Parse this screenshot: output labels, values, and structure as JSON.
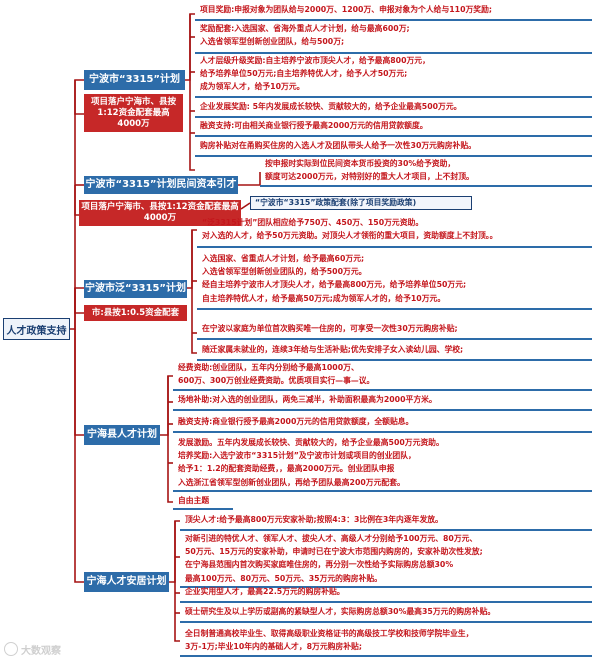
{
  "root": {
    "label": "人才政策支持"
  },
  "branches": [
    {
      "label": "宁波市“3315”计划",
      "sub": "项目落户宁海市、县按1:12资金配套最高4000万",
      "leaves": [
        {
          "lines": [
            "项目奖励:申报对象为团队给与2000万、1200万、申报对象为个人给与110万奖励;"
          ]
        },
        {
          "lines": [
            "奖励配套:入选国家、省海外重点人才计划，给与最高600万;",
            "入选省领军型创新创业团队，给与500万;"
          ]
        },
        {
          "lines": [
            "人才层级升级奖励:自主培养宁波市顶尖人才，给予最高800万元，",
            "给予培养单位50万元;自主培养特优人才，给予人才50万元;",
            "成为领军人才，给予10万元。"
          ]
        },
        {
          "lines": [
            "企业发展奖励: 5年内发展成长较快、贡献较大的，给予企业最高500万元。"
          ]
        },
        {
          "lines": [
            "融资支持:可由相关商业银行授予最高2000万元的信用贷款额度。"
          ]
        },
        {
          "lines": [
            "购房补贴对在甬购买住房的入选人才及团队带头人给予一次性30万元购房补贴。"
          ]
        }
      ]
    },
    {
      "label": "宁波市“3315”计划民间资本引才",
      "sub": "项目落户宁海市、县按1:12资金配套最高4000万",
      "note": "“宁波市“3315”政策配套(除了项目奖励政策)",
      "leaves": [
        {
          "lines": [
            "按申报时实际到位民间资本货币投资的30%给予资助，",
            "额度可达2000万元，对特别好的重大人才项目，上不封顶。"
          ]
        }
      ]
    },
    {
      "label": "宁波市泛“3315”计划",
      "sub": "市:县按1:0.5资金配套",
      "leaves": [
        {
          "lines": [
            "“泛3315计划”团队相应给予750万、450万、150万元资助。",
            "对入选的人才，给予50万元资助。对顶尖人才领衔的重大项目，资助额度上不封顶。。"
          ]
        },
        {
          "lines": [
            "入选国家、省重点人才计划，给予最高60万元;",
            "入选省领军型创新创业团队的，给予500万元。",
            "经自主培养宁波市人才顶尖人才，给予最高800万元，给予培养单位50万元;",
            "自主培养特优人才，给予最高50万元;成为领军人才的，给予10万元。"
          ]
        },
        {
          "lines": [
            "在宁波以家庭为单位首次购买唯一住房的，可享受一次性30万元购房补贴;"
          ]
        },
        {
          "lines": [
            "随迁家属未就业的，连续3年给与生活补贴;优先安排子女入读幼儿园、学校;"
          ]
        }
      ]
    },
    {
      "label": "宁海县人才计划",
      "leaves": [
        {
          "lines": [
            "经费资助:创业团队，五年内分别给予最高1000万、",
            "600万、300万创业经费资助。优质项目实行—事—议。"
          ]
        },
        {
          "lines": [
            "场地补助:对入选的创业团队，两免三减半，补助面积最高为2000平方米。"
          ]
        },
        {
          "lines": [
            "融资支持:商业银行授予最高2000万元的信用贷款额度，全额贴息。"
          ]
        },
        {
          "lines": [
            "发展激励。五年内发展成长较快、贡献较大的，给予企业最高500万元资助。",
            "培养奖励:入选宁波市“3315计划”及宁波市计划或项目的创业团队，",
            "给予1：1.2的配套资助经费，，最高2000万元。创业团队申报",
            "入选浙江省领军型创新创业团队，再给予团队最高200万元配套。"
          ]
        },
        {
          "lines": [
            "自由主题"
          ]
        }
      ]
    },
    {
      "label": "宁海人才安居计划",
      "leaves": [
        {
          "lines": [
            "顶尖人才:给予最高800万元安家补助;按照4:3：3比例在3年内逐年发放。"
          ]
        },
        {
          "lines": [
            "对新引进的特优人才、领军人才、拔尖人才、高级人才分别给予100万元、80万元、",
            "50万元、15万元的安家补助，申请时已在宁波大市范围内购房的，安家补助次性发放;",
            "在宁海县范围内首次购买家庭唯住房的，再分别一次性给予实际购房总额30%",
            "最高100万元、80万元、50万元、35万元的购房补贴。"
          ]
        },
        {
          "lines": [
            "企业实用型人才，最高22.5万元的购房补贴。"
          ]
        },
        {
          "lines": [
            "硕士研究生及以上学历或副高的紧缺型人才，实际购房总额30%最高35万元的购房补贴。"
          ]
        },
        {
          "lines": [
            "全日制普通高校毕业生、取得高级职业资格证书的高级技工学校和技师学院毕业生，",
            "3万-1万;毕业10年内的基础人才，8万元购房补贴;"
          ]
        }
      ]
    }
  ],
  "watermark": {
    "text": "大数观察"
  },
  "colors": {
    "primary": "#2d6ca9",
    "accent": "#c62828",
    "root_border": "#1b3f72"
  }
}
